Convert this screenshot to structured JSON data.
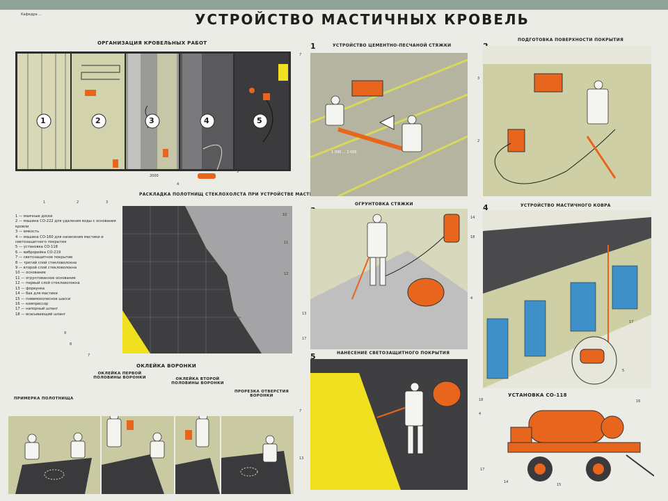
{
  "poster": {
    "title": "УСТРОЙСТВО МАСТИЧНЫХ КРОВЕЛЬ",
    "corner_note": "Кафедра ..."
  },
  "sections": {
    "organization": {
      "caption": "ОРГАНИЗАЦИЯ КРОВЕЛЬНЫХ РАБОТ",
      "zones": [
        "1",
        "2",
        "3",
        "4",
        "5"
      ],
      "dim": "2000"
    },
    "layout": {
      "caption": "РАСКЛАДКА ПОЛОТНИЩ СТЕКЛОХОЛСТА ПРИ УСТРОЙСТВЕ МАСТИЧНЫХ КРОВЕЛЬ"
    },
    "funnel": {
      "caption": "ОКЛЕЙКА ВОРОНКИ",
      "steps": [
        "ПРИМЕРКА ПОЛОТНИЩА",
        "ОКЛЕЙКА ПЕРВОЙ ПОЛОВИНЫ ВОРОНКИ",
        "ОКЛЕЙКА ВТОРОЙ ПОЛОВИНЫ ВОРОНКИ",
        "ПРОРЕЗКА ОТВЕРСТИЯ ВОРОНКИ"
      ]
    },
    "s1": {
      "num": "1",
      "caption": "УСТРОЙСТВО ЦЕМЕНТНО-ПЕСЧАНОЙ СТЯЖКИ",
      "dim": "1 000 ... 2 000"
    },
    "s2": {
      "num": "2",
      "caption": "ПОДГОТОВКА ПОВЕРХНОСТИ ПОКРЫТИЯ"
    },
    "s3": {
      "num": "3",
      "caption": "ОГРУНТОВКА СТЯЖКИ"
    },
    "s4": {
      "num": "4",
      "caption": "УСТРОЙСТВО МАСТИЧНОГО КОВРА"
    },
    "s5": {
      "num": "5",
      "caption": "НАНЕСЕНИЕ СВЕТОЗАЩИТНОГО ПОКРЫТИЯ"
    },
    "unit": {
      "caption": "УСТАНОВКА СО-118"
    }
  },
  "legend": [
    "1 — маячные доски",
    "2 — машина СО-222 для удаления воды с основания кровли",
    "3 — емкость",
    "4 — машина СО-160 для нанесения мастики и светозащитного покрытия",
    "5 — установка СО-118",
    "6 — виброрейка СО-219",
    "7 — светозащитное покрытие",
    "8 — третий слой стекловолокна",
    "9 — второй слой стекловолокна",
    "10 — основание",
    "11 — огрунтованное основание",
    "12 — первый слой стекловолокна",
    "13 — фореунка",
    "14 — бак для мастики",
    "15 — пневмоколесное шасси",
    "16 — компрессор",
    "17 — напорный шланг",
    "18 — всасывающий шланг"
  ],
  "callouts": {
    "org": [
      "1",
      "2",
      "3",
      "4",
      "5",
      "7"
    ],
    "layout": [
      "10",
      "11",
      "12",
      "9",
      "8",
      "7"
    ],
    "s2": [
      "3",
      "2"
    ],
    "s3": [
      "14",
      "18",
      "4",
      "13",
      "17"
    ],
    "s4": [
      "17",
      "5"
    ],
    "s5": [
      "7",
      "18",
      "4",
      "13",
      "17"
    ],
    "unit": [
      "16",
      "14",
      "15"
    ]
  },
  "colors": {
    "paper": "#ecece6",
    "orange": "#e8651e",
    "yellow": "#f0e020",
    "dark": "#3a3a3c",
    "khaki": "#c9c9a2",
    "blue": "#3f8fc8"
  }
}
